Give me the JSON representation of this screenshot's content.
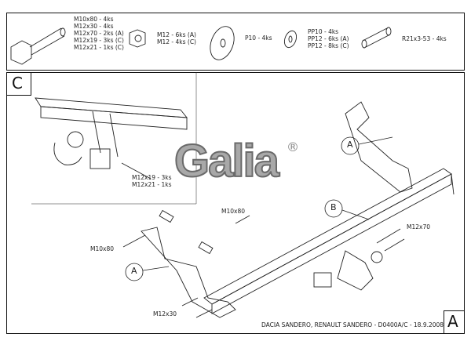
{
  "parts": {
    "bolts": [
      "M10x80 - 4ks",
      "M12x30 - 4ks",
      "M12x70 - 2ks (A)",
      "M12x19 - 3ks (C)",
      "M12x21 - 1ks (C)"
    ],
    "nuts": [
      "M12 - 6ks (A)",
      "M12 - 4ks (C)"
    ],
    "washer_large": "P10 - 4ks",
    "washers": [
      "PP10 - 4ks",
      "PP12 - 6ks (A)",
      "PP12 - 8ks (C)"
    ],
    "tube": "R21x3-53 - 4ks"
  },
  "detail_c": {
    "label": "C",
    "callouts": [
      "M12x19 - 3ks",
      "M12x21 - 1ks"
    ]
  },
  "main": {
    "callouts": {
      "m10x80_top": "M10x80",
      "m10x80_left": "M10x80",
      "m12x70": "M12x70",
      "m12x30": "M12x30"
    },
    "bubbles": {
      "a_top": "A",
      "b": "B",
      "a_left": "A"
    }
  },
  "logo": {
    "text": "Galia",
    "mark": "®"
  },
  "title_block": {
    "text": "DACIA SANDERO, RENAULT SANDERO - D0400A/C - 18.9.2008",
    "sheet": "A"
  }
}
